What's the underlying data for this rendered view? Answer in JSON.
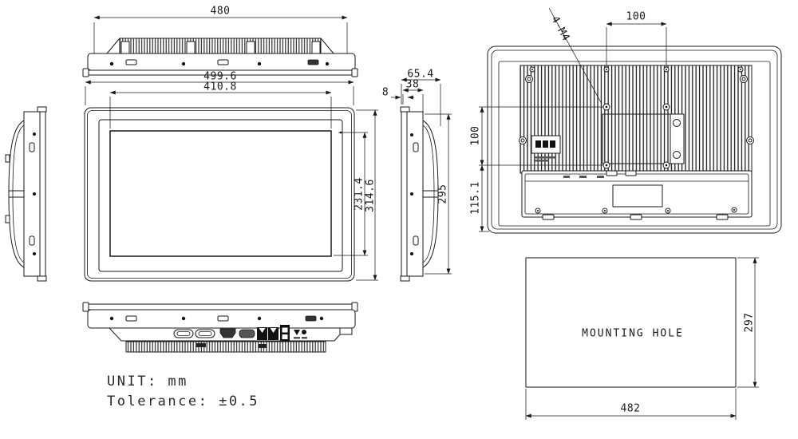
{
  "notes": {
    "unit": "UNIT: mm",
    "tolerance": "Tolerance: ±0.5"
  },
  "views": {
    "top": {
      "dim_width": "480"
    },
    "front": {
      "dim_outer_width": "499.6",
      "dim_display_width": "410.8",
      "dim_display_height": "231.4",
      "dim_outer_height": "314.6"
    },
    "side": {
      "dim_total_depth": "65.4",
      "dim_chassis_depth": "38",
      "dim_bezel_thickness": "8",
      "dim_height": "295"
    },
    "rear": {
      "dim_mount_thread": "4-M4",
      "dim_vesa_width": "100",
      "dim_vesa_height": "100",
      "dim_lower_offset": "115.1"
    },
    "mounting_hole": {
      "label": "MOUNTING HOLE",
      "dim_width": "482",
      "dim_height": "297"
    }
  },
  "colors": {
    "line": "#1a1a1a",
    "background": "#ffffff"
  }
}
